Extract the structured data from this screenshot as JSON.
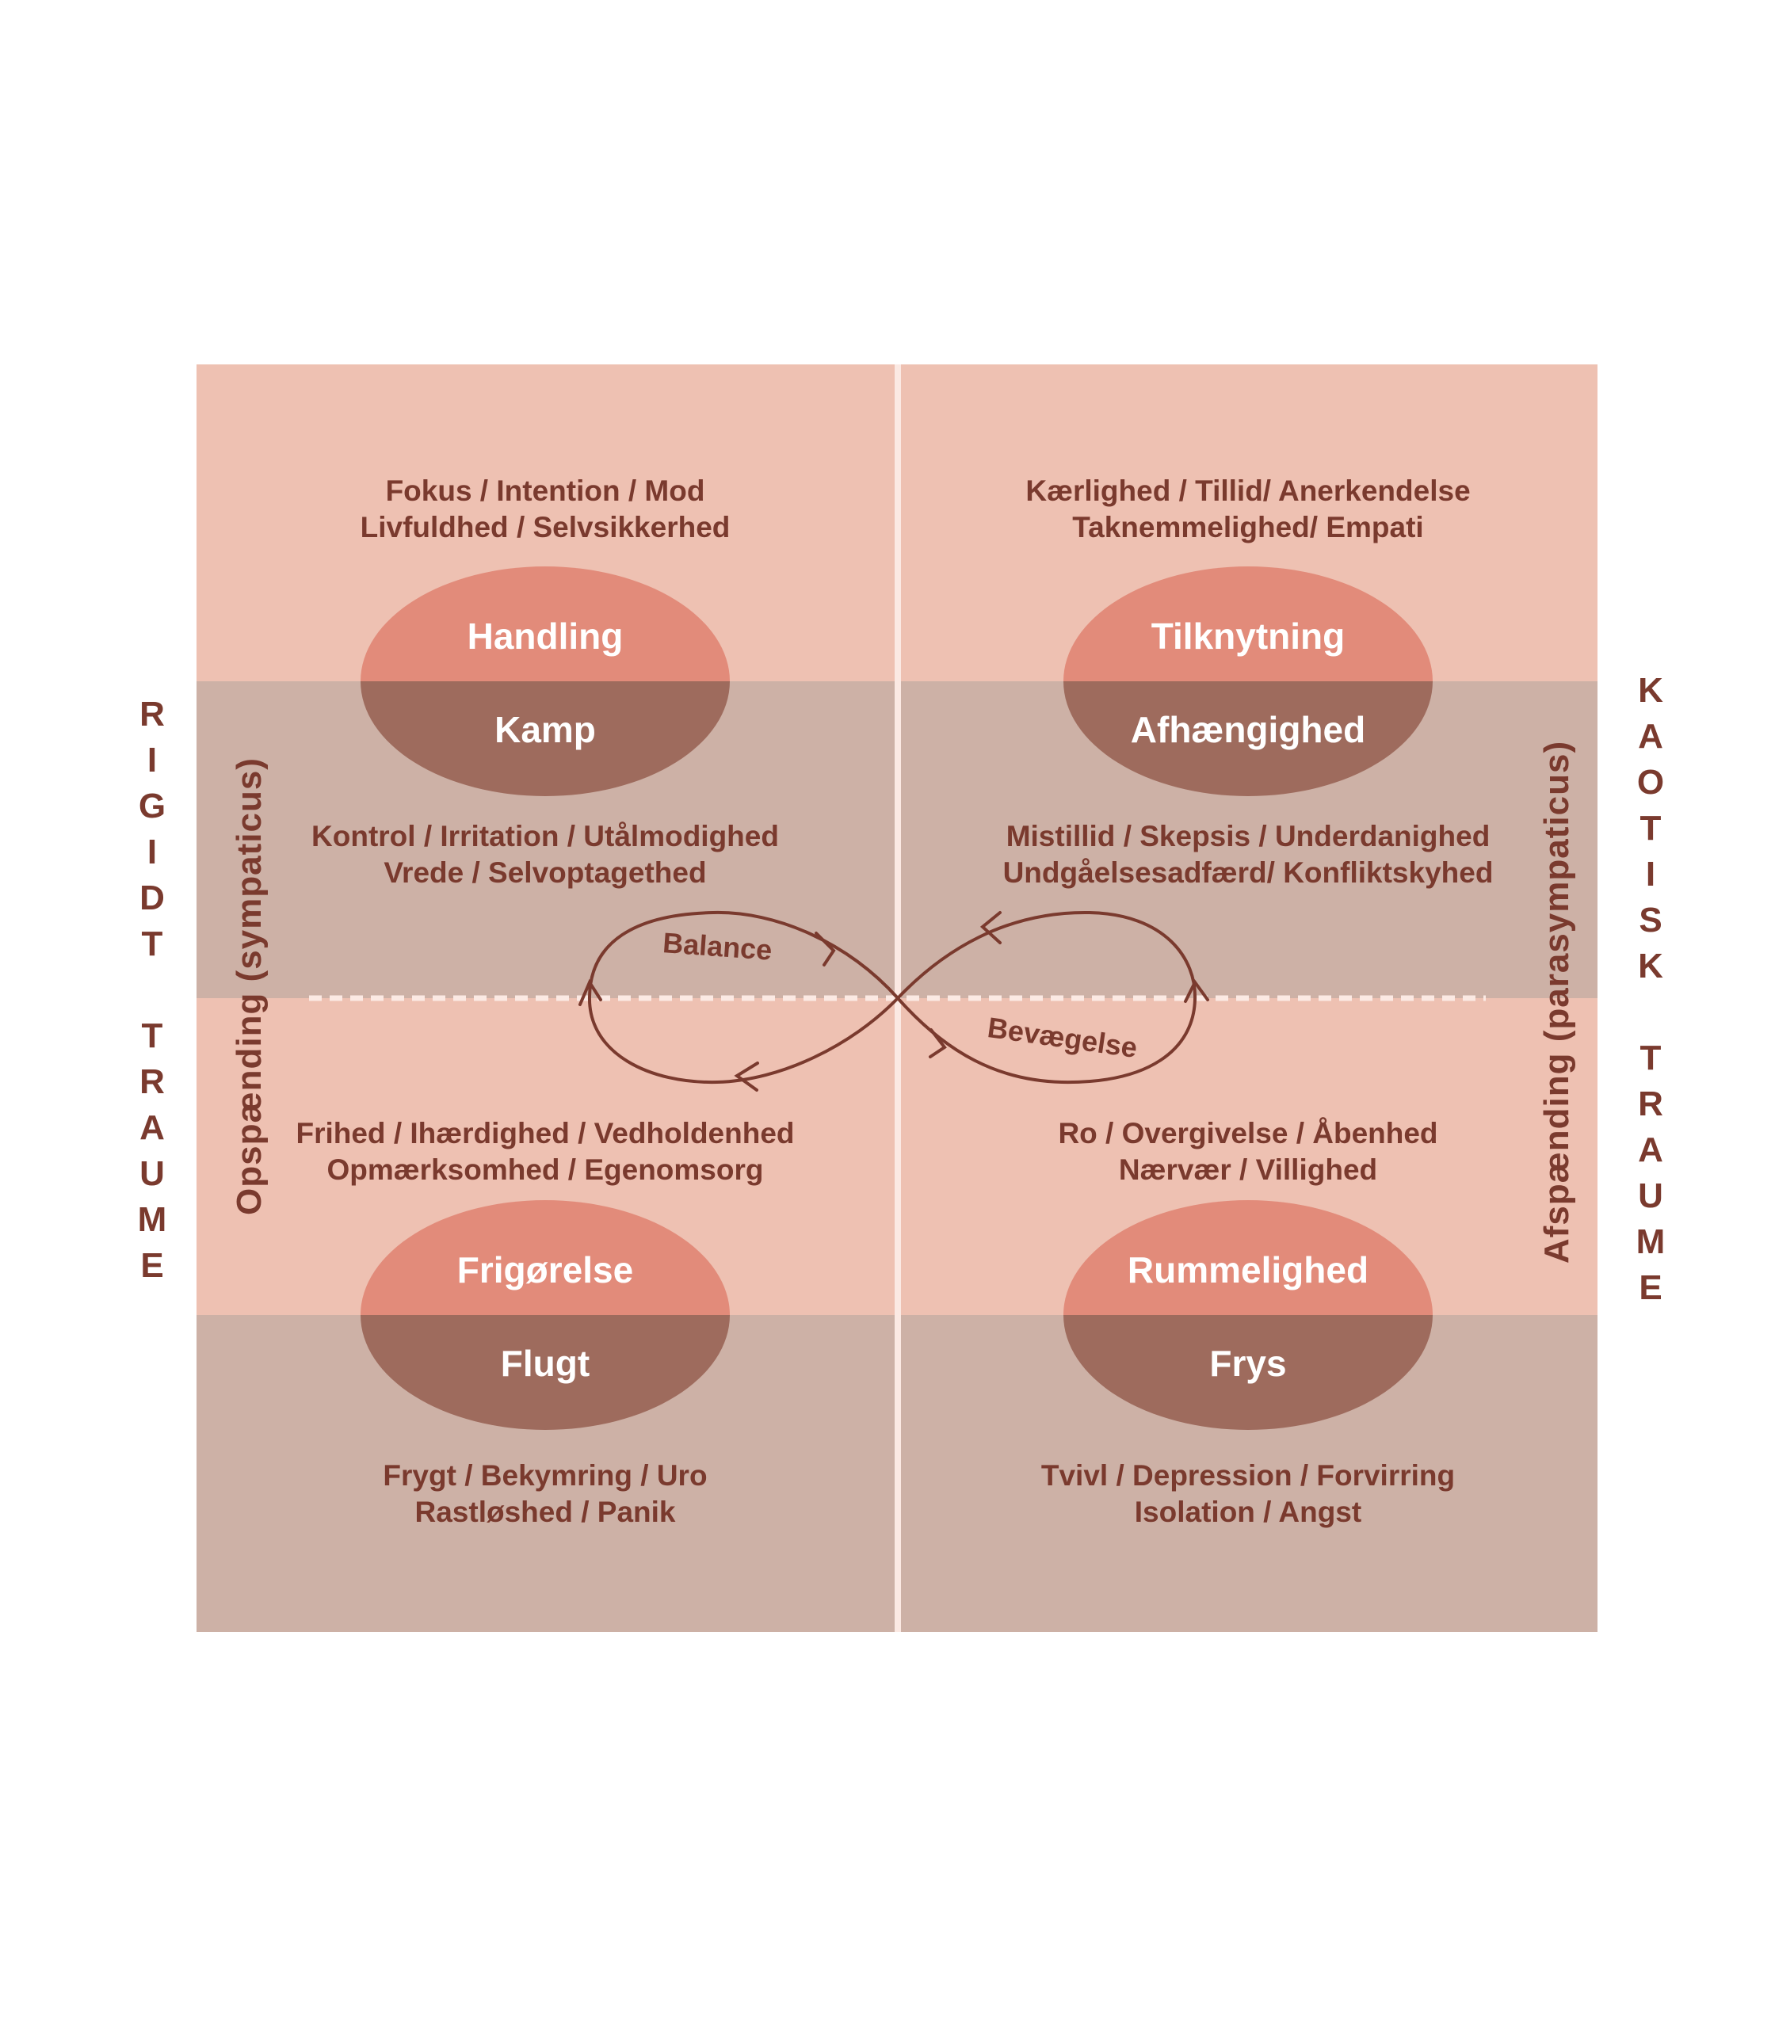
{
  "colors": {
    "light_band": "#eec1b2",
    "dark_band": "#cdb1a6",
    "oval_top": "#e28b7a",
    "oval_bottom": "#9e6b5d",
    "text": "#7a3a2e",
    "divider": "#fbe9e3"
  },
  "left_side": {
    "label": "RIGIDT TRAUME",
    "axis": "Opspænding (sympaticus)"
  },
  "right_side": {
    "label": "KAOTISK TRAUME",
    "axis": "Afspænding (parasympaticus)"
  },
  "quadrants": {
    "top_left": {
      "upper_text": [
        "Fokus / Intention / Mod",
        "Livfuldhed / Selvsikkerhed"
      ],
      "oval_top": "Handling",
      "oval_bottom": "Kamp",
      "lower_text": [
        "Kontrol / Irritation / Utålmodighed",
        "Vrede / Selvoptagethed"
      ]
    },
    "top_right": {
      "upper_text": [
        "Kærlighed / Tillid/ Anerkendelse",
        "Taknemmelighed/ Empati"
      ],
      "oval_top": "Tilknytning",
      "oval_bottom": "Afhængighed",
      "lower_text": [
        "Mistillid / Skepsis / Underdanighed",
        "Undgåelsesadfærd/ Konfliktskyhed"
      ]
    },
    "bottom_left": {
      "upper_text": [
        "Frihed / Ihærdighed / Vedholdenhed",
        "Opmærksomhed / Egenomsorg"
      ],
      "oval_top": "Frigørelse",
      "oval_bottom": "Flugt",
      "lower_text": [
        "Frygt / Bekymring / Uro",
        "Rastløshed / Panik"
      ]
    },
    "bottom_right": {
      "upper_text": [
        "Ro / Overgivelse / Åbenhed",
        "Nærvær / Villighed"
      ],
      "oval_top": "Rummelighed",
      "oval_bottom": "Frys",
      "lower_text": [
        "Tvivl / Depression / Forvirring",
        "Isolation / Angst"
      ]
    }
  },
  "loop": {
    "left_label": "Balance",
    "right_label": "Bevægelse"
  }
}
